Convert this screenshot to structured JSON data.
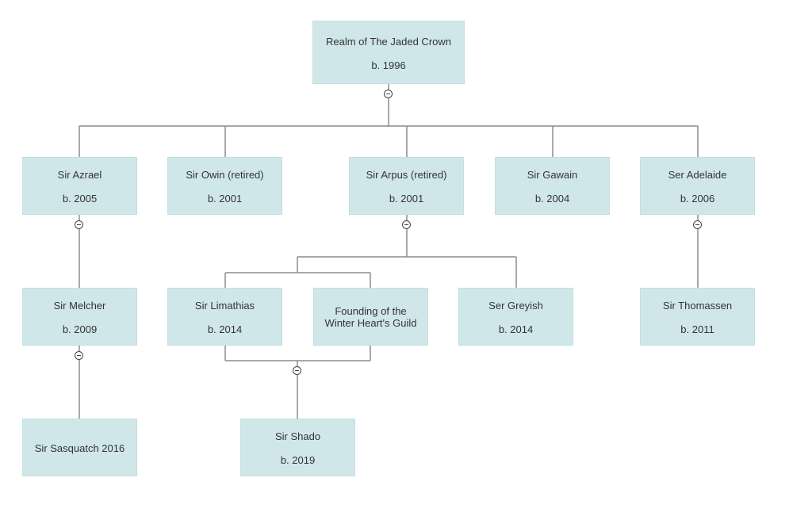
{
  "colors": {
    "node_fill": "#d0e7ea",
    "connector": "#8c8c8c",
    "toggle_border": "#444444"
  },
  "nodes": {
    "root": {
      "name": "Realm of The Jaded Crown",
      "birth": "b. 1996"
    },
    "azrael": {
      "name": "Sir Azrael",
      "birth": "b. 2005"
    },
    "owin": {
      "name": "Sir Owin (retired)",
      "birth": "b. 2001"
    },
    "arpus": {
      "name": "Sir Arpus (retired)",
      "birth": "b. 2001"
    },
    "gawain": {
      "name": "Sir Gawain",
      "birth": "b. 2004"
    },
    "adelaide": {
      "name": "Ser Adelaide",
      "birth": "b. 2006"
    },
    "melcher": {
      "name": "Sir Melcher",
      "birth": "b. 2009"
    },
    "limathias": {
      "name": "Sir Limathias",
      "birth": "b. 2014"
    },
    "guild": {
      "name": "Founding of the Winter Heart's Guild"
    },
    "greyish": {
      "name": "Ser Greyish",
      "birth": "b. 2014"
    },
    "thomassen": {
      "name": "Sir Thomassen",
      "birth": "b. 2011"
    },
    "sasquatch": {
      "name": "Sir Sasquatch 2016"
    },
    "shado": {
      "name": "Sir Shado",
      "birth": "b. 2019"
    }
  },
  "collapse_icon": "minus-circle-icon"
}
